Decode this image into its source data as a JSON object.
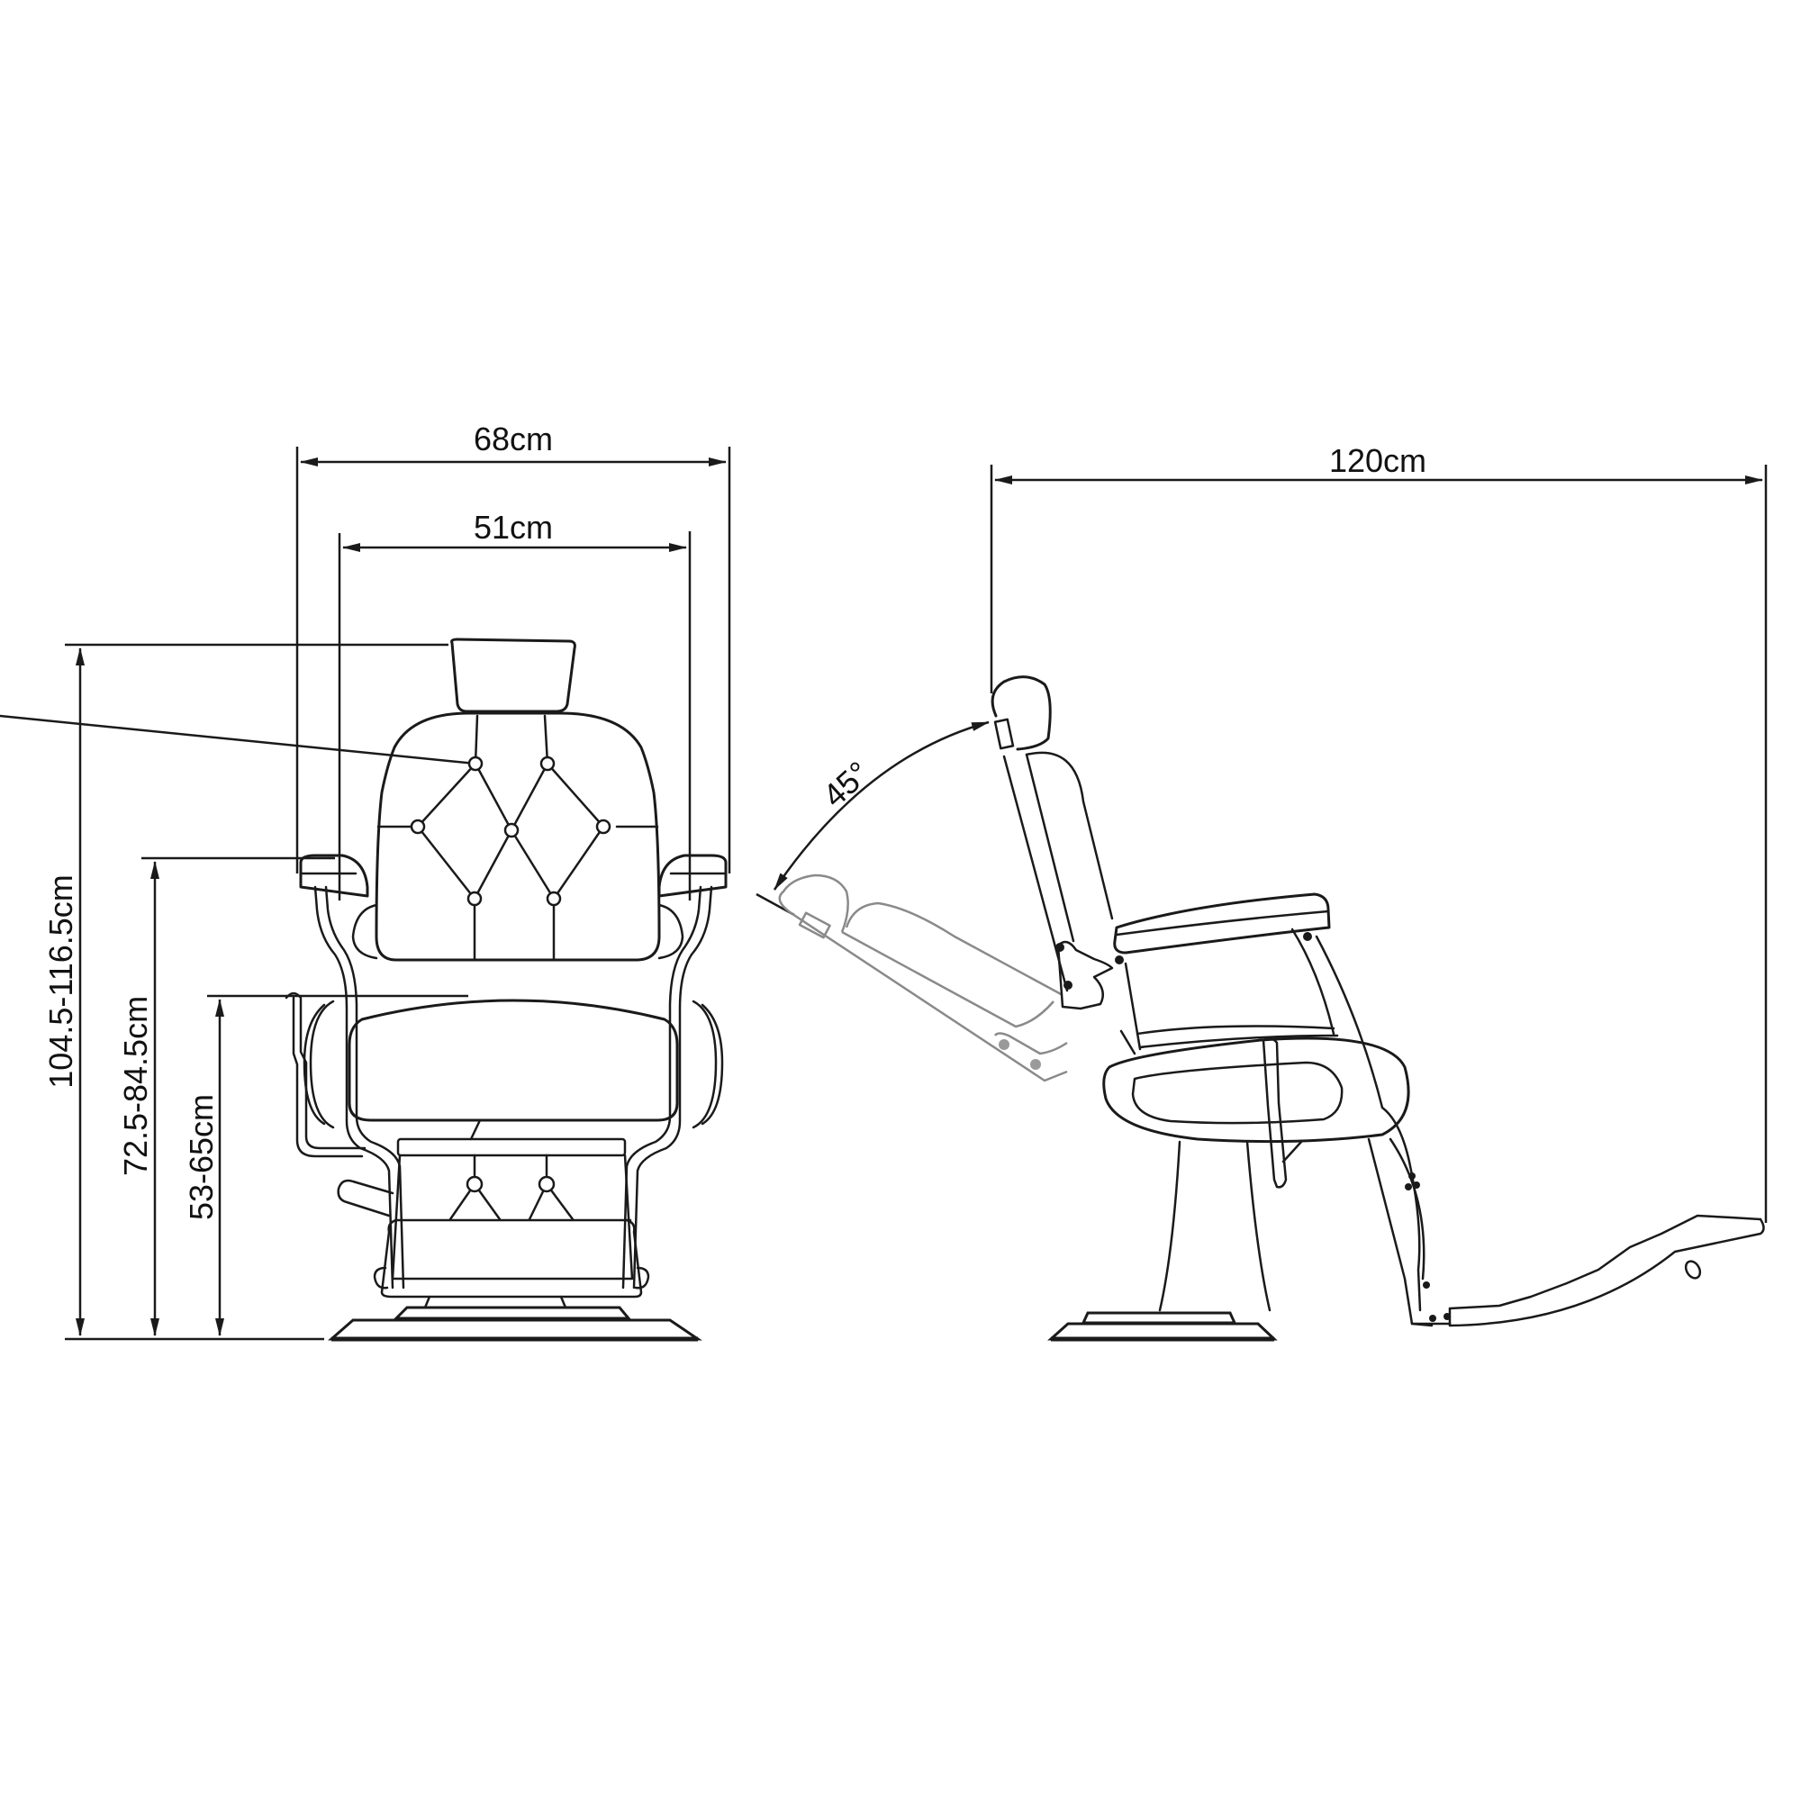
{
  "drawing": {
    "subject": "Barber chair dimension drawing",
    "views": [
      "front-view",
      "side-view"
    ],
    "colors": {
      "line": "#1a1a1a",
      "ghost_line": "#8a8a8a",
      "background": "#ffffff"
    }
  },
  "front_view": {
    "dimensions": {
      "overall_width": "68cm",
      "seat_width": "51cm",
      "overall_height": "104.5-116.5cm",
      "armrest_height": "72.5-84.5cm",
      "seat_height": "53-65cm"
    }
  },
  "side_view": {
    "dimensions": {
      "overall_length": "120cm",
      "recline_angle": "45°"
    }
  }
}
